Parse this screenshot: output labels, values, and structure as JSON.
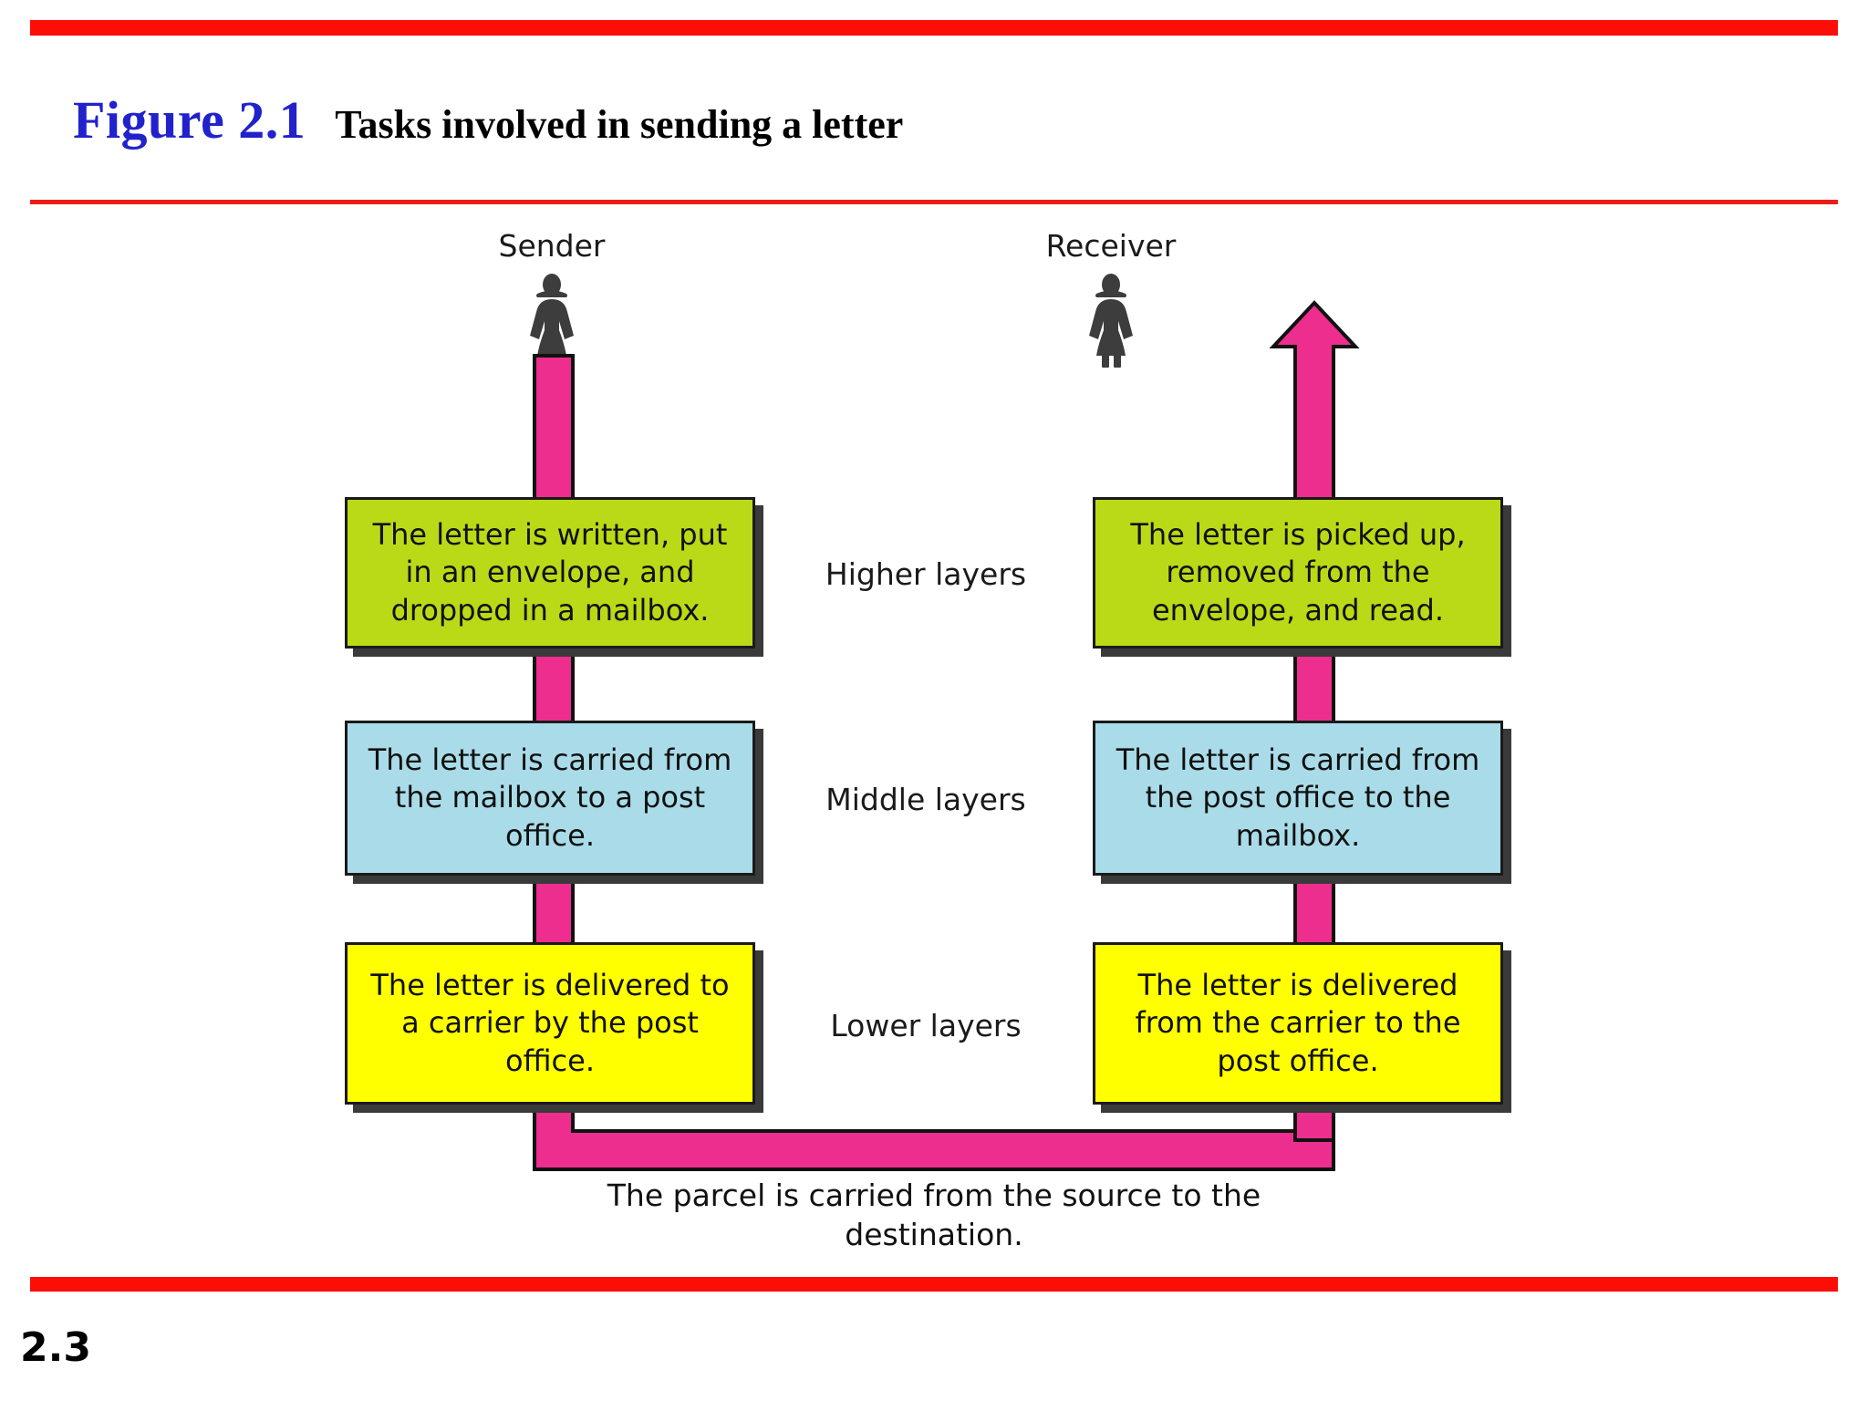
{
  "page": {
    "figure_number": "Figure 2.1",
    "figure_title": "Tasks involved in sending a letter",
    "page_number": "2.3"
  },
  "colors": {
    "rule_red": "#fc0d06",
    "figure_number_blue": "#2222cc",
    "path_pink": "#ed2e8e",
    "higher_layer_green": "#bada17",
    "middle_layer_blue": "#a9dce8",
    "lower_layer_yellow": "#ffff00",
    "person_gray": "#3d3d3d",
    "box_border": "#1a1a1a",
    "box_shadow": "#3a3a3a"
  },
  "diagram": {
    "endpoints": {
      "sender": "Sender",
      "receiver": "Receiver"
    },
    "layer_labels": [
      "Higher layers",
      "Middle layers",
      "Lower layers"
    ],
    "sender_boxes": [
      "The letter is written, put in an envelope, and dropped in a mailbox.",
      "The letter is carried from the mailbox to a post office.",
      "The letter is delivered to a carrier by the post office."
    ],
    "receiver_boxes": [
      "The letter is picked up, removed from the envelope, and read.",
      "The letter is carried from the post office to the mailbox.",
      "The letter is delivered from the carrier to the post office."
    ],
    "parcel_caption": "The parcel is carried from the source to the destination."
  }
}
